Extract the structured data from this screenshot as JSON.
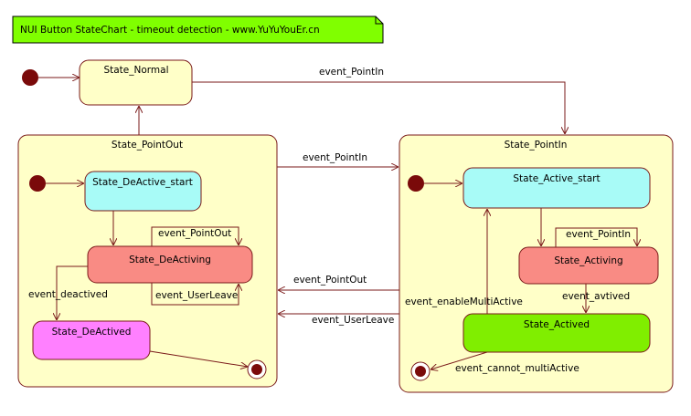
{
  "note": {
    "text": "NUI Button StateChart - timeout detection - www.YuYuYouEr.cn",
    "color": "#80ff00"
  },
  "colors": {
    "composite": "#ffffc8",
    "normal": "#ffffc8",
    "active_start": "#a8fbf7",
    "activing": "#f98b84",
    "actived": "#80ee00",
    "deactived": "#ff80ff",
    "edge": "#7a1a1a",
    "initial": "#7a0a0a"
  },
  "states": {
    "normal": "State_Normal",
    "pointout": "State_PointOut",
    "pointin": "State_PointIn",
    "deactive_start": "State_DeActive_start",
    "deactiving": "State_DeActiving",
    "deactived": "State_DeActived",
    "active_start": "State_Active_start",
    "activing": "State_Activing",
    "actived": "State_Actived"
  },
  "events": {
    "normal_to_pointin": "event_PointIn",
    "pointout_to_pointin": "event_PointIn",
    "pointin_to_pointout_a": "event_PointOut",
    "pointin_to_pointout_b": "event_UserLeave",
    "deactiving_self_top": "event_PointOut",
    "deactiving_self_bottom": "event_UserLeave",
    "deactived": "event_deactived",
    "activing_self": "event_PointIn",
    "avtived": "event_avtived",
    "enable_multi": "event_enableMultiActive",
    "cannot_multi": "event_cannot_multiActive"
  }
}
